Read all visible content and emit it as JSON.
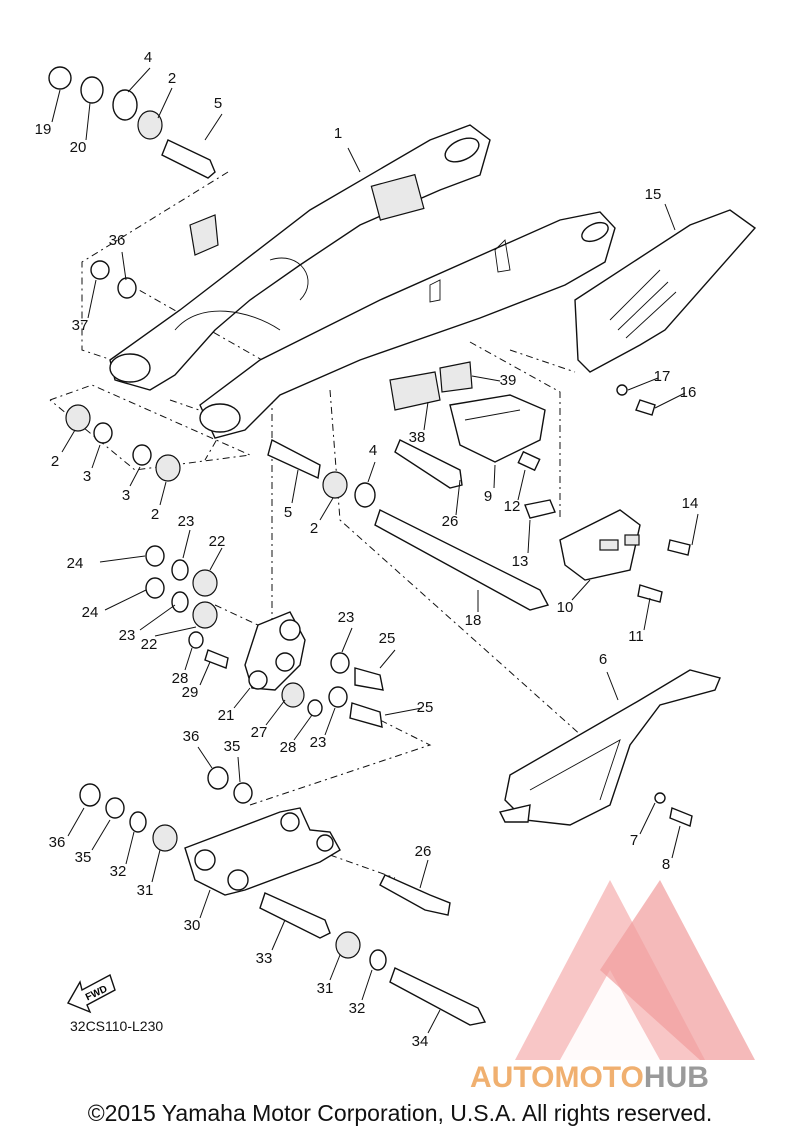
{
  "diagram": {
    "catalog_code": "32CS110-L230",
    "fwd_label": "FWD",
    "copyright": "©2015 Yamaha Motor Corporation, U.S.A. All rights reserved.",
    "watermark": {
      "part1": "AUTOMOTO",
      "part2": "HUB",
      "color_accent": "#f0a4a4",
      "color_dark": "#999999"
    },
    "callouts": [
      "1",
      "2",
      "2",
      "2",
      "2",
      "3",
      "3",
      "4",
      "4",
      "5",
      "5",
      "6",
      "7",
      "8",
      "9",
      "10",
      "11",
      "12",
      "13",
      "14",
      "15",
      "16",
      "17",
      "18",
      "19",
      "20",
      "21",
      "22",
      "22",
      "23",
      "23",
      "23",
      "23",
      "24",
      "24",
      "25",
      "25",
      "26",
      "26",
      "27",
      "28",
      "28",
      "29",
      "30",
      "31",
      "31",
      "32",
      "32",
      "33",
      "34",
      "35",
      "35",
      "36",
      "36",
      "36",
      "37",
      "38",
      "39"
    ]
  }
}
